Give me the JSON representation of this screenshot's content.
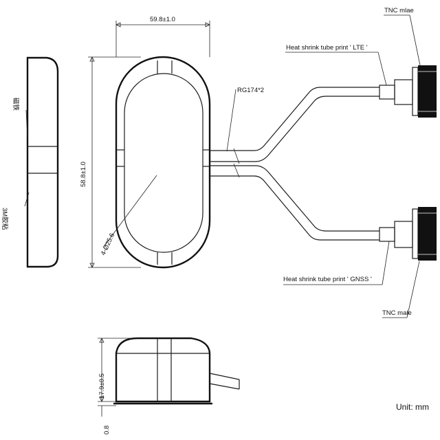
{
  "labels": {
    "dim_width": "59.8±1.0",
    "dim_height": "58.8±1.0",
    "dim_hole": "4-Ø25.6",
    "dim_thickness": "17.9±0.5",
    "dim_base": "0.8",
    "cable": "RG174*2",
    "heat_lte": "Heat shrink tube print ' LTE '",
    "heat_gnss": "Heat shrink tube print ' GNSS '",
    "tnc_top": "TNC mlae",
    "tnc_bottom": "TNC male",
    "side_top": "磁铁",
    "side_bottom": "3M胶粘",
    "unit": "Unit: mm"
  }
}
